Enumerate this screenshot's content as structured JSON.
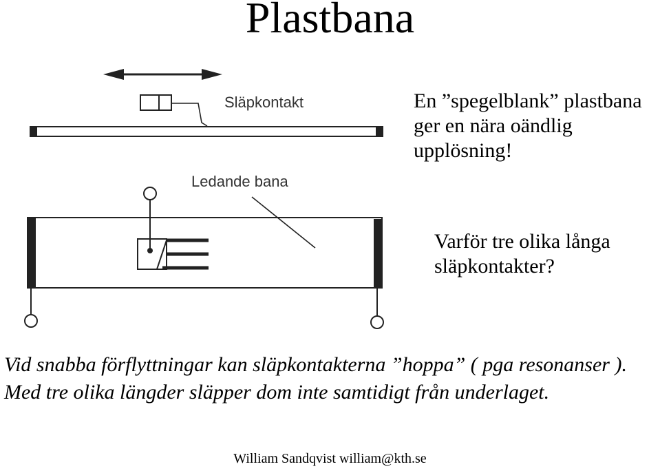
{
  "slide": {
    "title": "Plastbana",
    "diagram": {
      "label_contact": "Släpkontakt",
      "label_track": "Ledande bana"
    },
    "notes": {
      "note_1": "En ”spegelblank” plastbana ger en nära oändlig upplösning!",
      "note_2": "Varför tre olika långa släpkontakter?"
    },
    "paragraph": "Vid snabba förflyttningar kan släpkontakterna ”hoppa” ( pga resonanser ). Med tre olika längder släpper dom inte samtidigt från underlaget.",
    "footer": {
      "author": "William Sandqvist",
      "email": "william@kth.se"
    }
  }
}
